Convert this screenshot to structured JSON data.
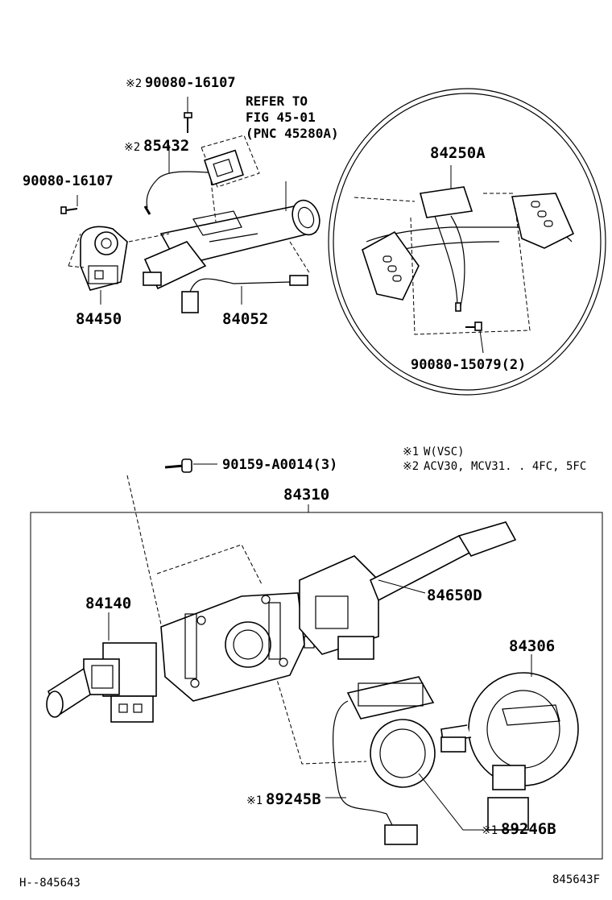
{
  "refer_note": {
    "line1": "REFER TO",
    "line2": "FIG 45-01",
    "line3": "(PNC 45280A)"
  },
  "parts": {
    "p_90080_16107_top": {
      "mark": "※2",
      "number": "90080-16107"
    },
    "p_85432": {
      "mark": "※2",
      "number": "85432"
    },
    "p_90080_16107_left": {
      "number": "90080-16107"
    },
    "p_84450": {
      "number": "84450"
    },
    "p_84052": {
      "number": "84052"
    },
    "p_84250A": {
      "number": "84250A"
    },
    "p_90080_15079": {
      "number": "90080-15079(2)"
    },
    "p_90159_A0014": {
      "number": "90159-A0014(3)"
    },
    "p_84310": {
      "number": "84310"
    },
    "p_84140": {
      "number": "84140"
    },
    "p_84650D": {
      "number": "84650D"
    },
    "p_84306": {
      "number": "84306"
    },
    "p_89245B": {
      "mark": "※1",
      "number": "89245B"
    },
    "p_89246B": {
      "mark": "※1",
      "number": "89246B"
    }
  },
  "legend": {
    "note1_mark": "※1",
    "note1_text": "W(VSC)",
    "note2_mark": "※2",
    "note2_text": "ACV30, MCV31. . 4FC, 5FC"
  },
  "footer": {
    "left": "H--845643",
    "right": "845643F"
  }
}
